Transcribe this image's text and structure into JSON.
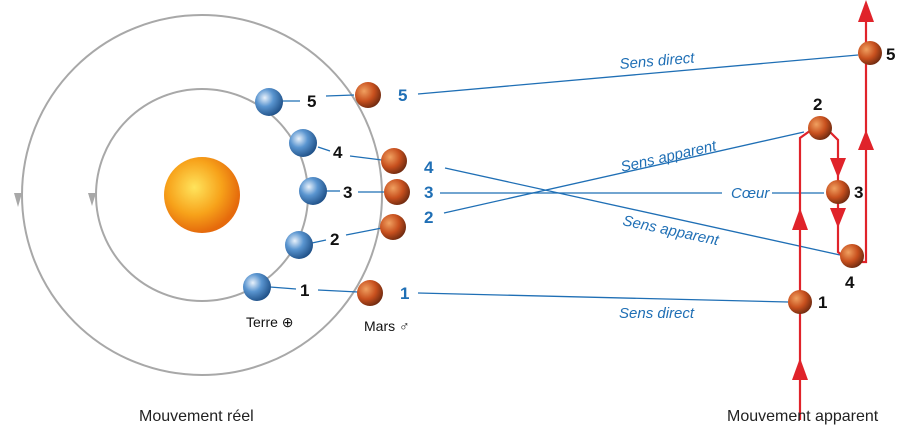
{
  "captions": {
    "real": "Mouvement réel",
    "apparent": "Mouvement apparent"
  },
  "bodies": {
    "earth_name": "Terre ⊕",
    "mars_name": "Mars ♂"
  },
  "earth_positions": [
    "1",
    "2",
    "3",
    "4",
    "5"
  ],
  "mars_positions": [
    "1",
    "2",
    "3",
    "4",
    "5"
  ],
  "apparent_positions": [
    "1",
    "2",
    "3",
    "4",
    "5"
  ],
  "sight_lines": {
    "l1": "Sens direct",
    "l3": "Cœur",
    "l2": "Sens apparent",
    "l4": "Sens apparent",
    "l5": "Sens direct"
  },
  "colors": {
    "orbit": "#a8a8a8",
    "sight_line": "#1f6fb5",
    "path": "#e0232a",
    "sun": "#f5a21a",
    "earth": "#3b7fc4",
    "mars": "#c8501e"
  }
}
